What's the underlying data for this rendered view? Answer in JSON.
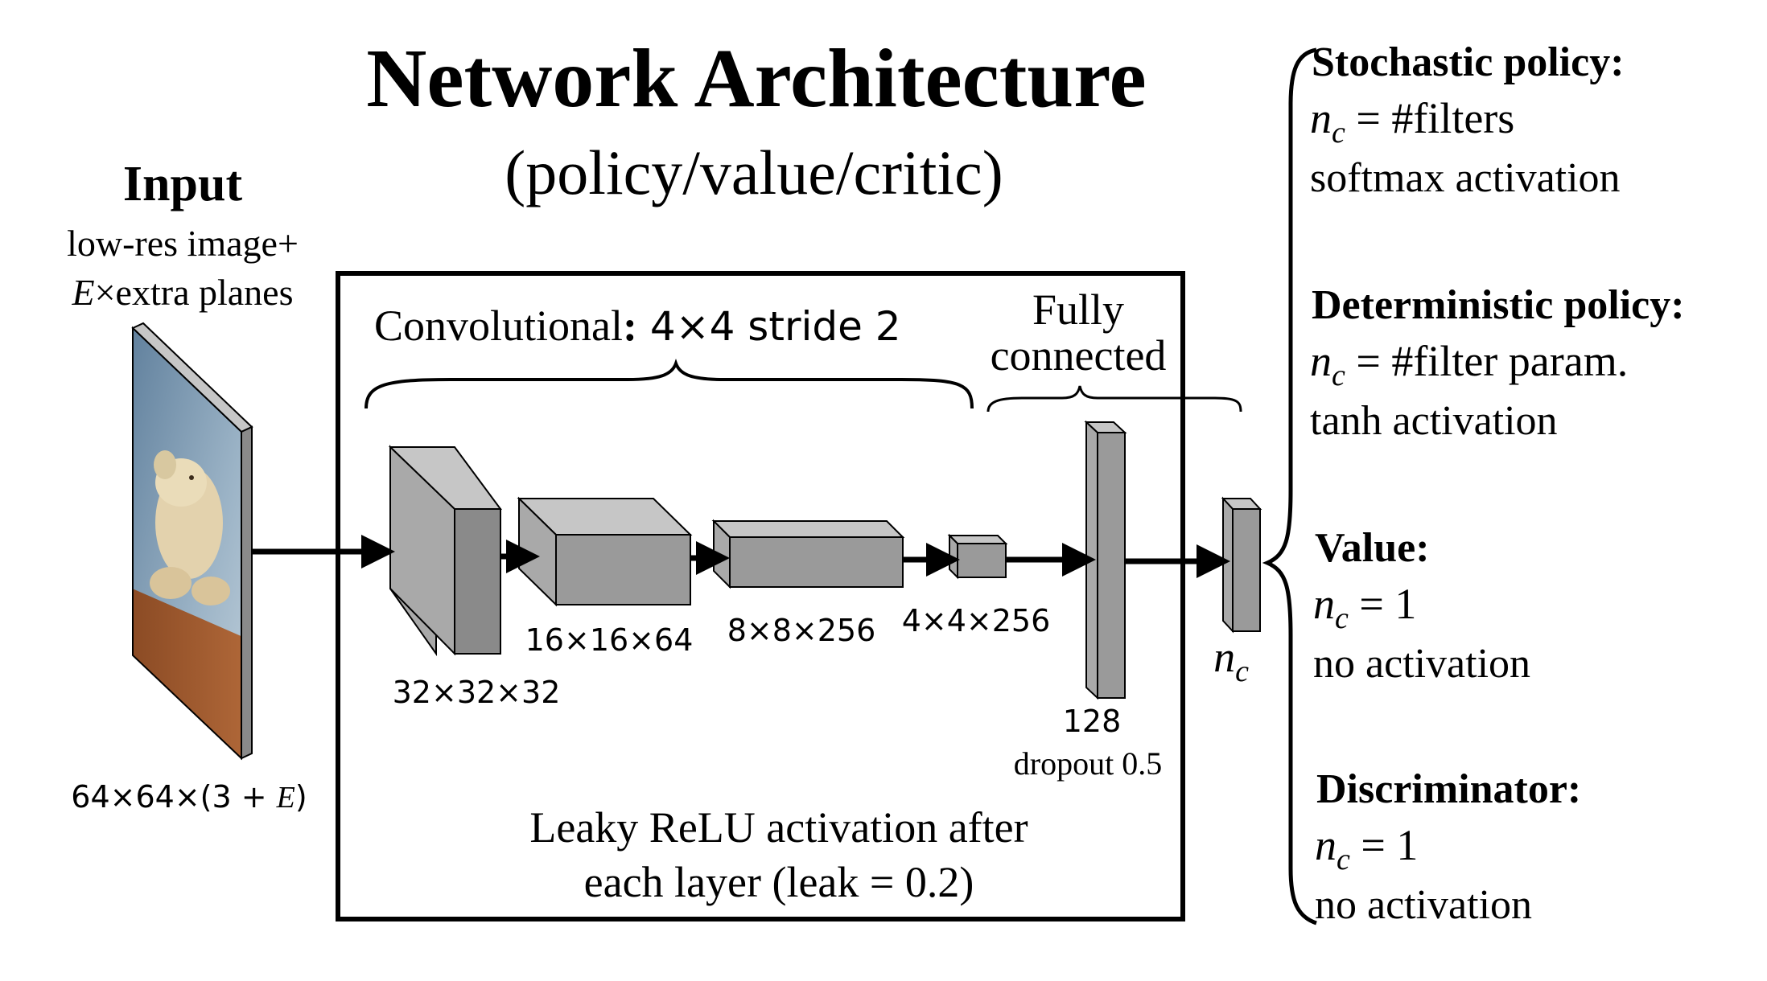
{
  "title": "Network Architecture",
  "subtitle": "(policy/value/critic)",
  "input": {
    "heading": "Input",
    "line1": "low-res image+",
    "line2_var": "E",
    "line2_rest": "×extra planes",
    "size_prefix": "64×64×(3 + ",
    "size_var": "E",
    "size_suffix": ")"
  },
  "conv_label": {
    "word": "Convolutional",
    "colon": ":",
    "spec": " 4×4 stride 2"
  },
  "fc_label": {
    "line1": "Fully",
    "line2": "connected"
  },
  "layers": [
    {
      "label": "32×32×32"
    },
    {
      "label": "16×16×64"
    },
    {
      "label": "8×8×256"
    },
    {
      "label": "4×4×256"
    }
  ],
  "fc_layer": {
    "units": "128",
    "note": "dropout 0.5"
  },
  "output": {
    "var": "n",
    "sub": "c"
  },
  "activation_note": {
    "line1": "Leaky ReLU activation after",
    "line2": "each layer (leak = 0.2)"
  },
  "heads": [
    {
      "title": "Stochastic policy:",
      "eq": "= #filters",
      "desc": "softmax activation"
    },
    {
      "title": "Deterministic policy:",
      "eq": "= #filter param.",
      "desc": "tanh activation"
    },
    {
      "title": "Value:",
      "eq": "= 1",
      "desc": "no activation"
    },
    {
      "title": "Discriminator:",
      "eq": "= 1",
      "desc": "no activation"
    }
  ],
  "colors": {
    "block_face": "#a9a9a9",
    "block_top": "#c6c6c6",
    "block_side": "#8a8a8a",
    "line": "#000000"
  }
}
